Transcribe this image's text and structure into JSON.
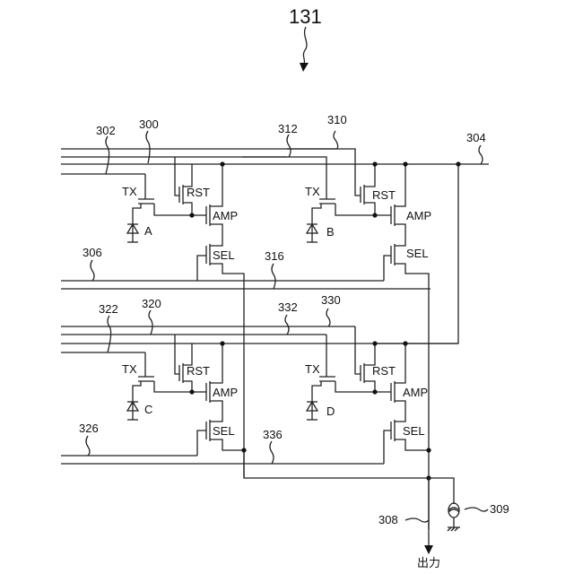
{
  "figure": {
    "number": "131",
    "output_label": "出力",
    "references": {
      "r300": "300",
      "r302": "302",
      "r304": "304",
      "r306": "306",
      "r308": "308",
      "r309": "309",
      "r310": "310",
      "r312": "312",
      "r316": "316",
      "r320": "320",
      "r322": "322",
      "r326": "326",
      "r330": "330",
      "r332": "332",
      "r336": "336"
    },
    "pixels": [
      {
        "id": "A",
        "tx": "TX",
        "rst": "RST",
        "amp": "AMP",
        "sel": "SEL"
      },
      {
        "id": "B",
        "tx": "TX",
        "rst": "RST",
        "amp": "AMP",
        "sel": "SEL"
      },
      {
        "id": "C",
        "tx": "TX",
        "rst": "RST",
        "amp": "AMP",
        "sel": "SEL"
      },
      {
        "id": "D",
        "tx": "TX",
        "rst": "RST",
        "amp": "AMP",
        "sel": "SEL"
      }
    ]
  }
}
